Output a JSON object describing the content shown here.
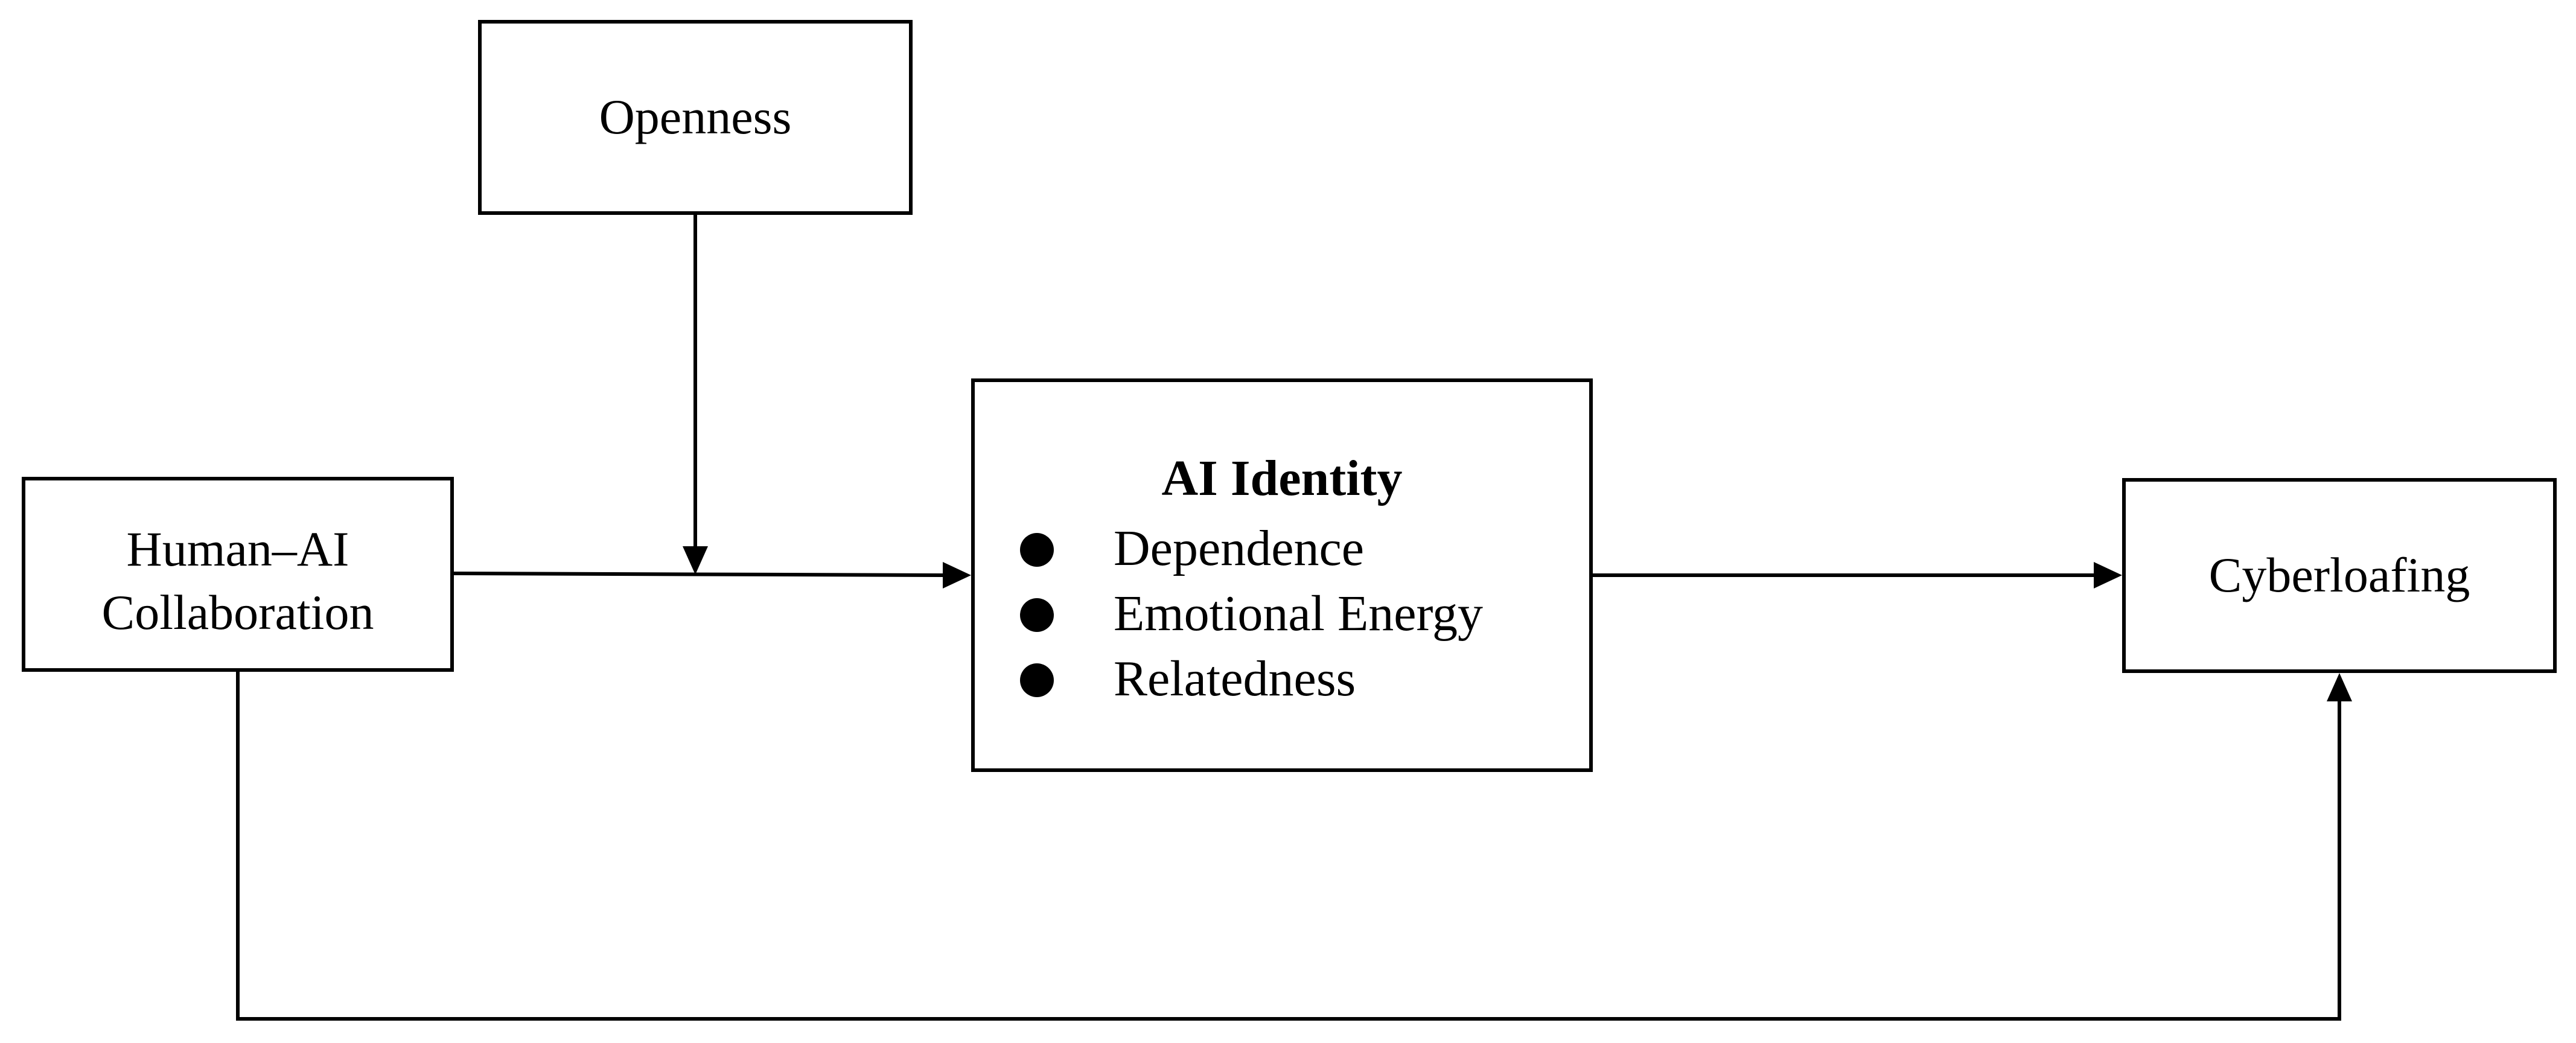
{
  "diagram": {
    "nodes": {
      "openness": {
        "label": "Openness"
      },
      "human_ai": {
        "label_line1": "Human–AI",
        "label_line2": "Collaboration"
      },
      "ai_identity": {
        "title": "AI Identity",
        "items": [
          "Dependence",
          "Emotional Energy",
          "Relatedness"
        ]
      },
      "cyberloafing": {
        "label": "Cyberloafing"
      }
    },
    "edges": [
      {
        "from": "human_ai",
        "to": "ai_identity"
      },
      {
        "from": "openness",
        "to": "human_ai→ai_identity path"
      },
      {
        "from": "ai_identity",
        "to": "cyberloafing"
      },
      {
        "from": "human_ai",
        "to": "cyberloafing"
      }
    ],
    "colors": {
      "stroke": "#000000",
      "background": "#ffffff",
      "bullet": "#000000"
    }
  }
}
